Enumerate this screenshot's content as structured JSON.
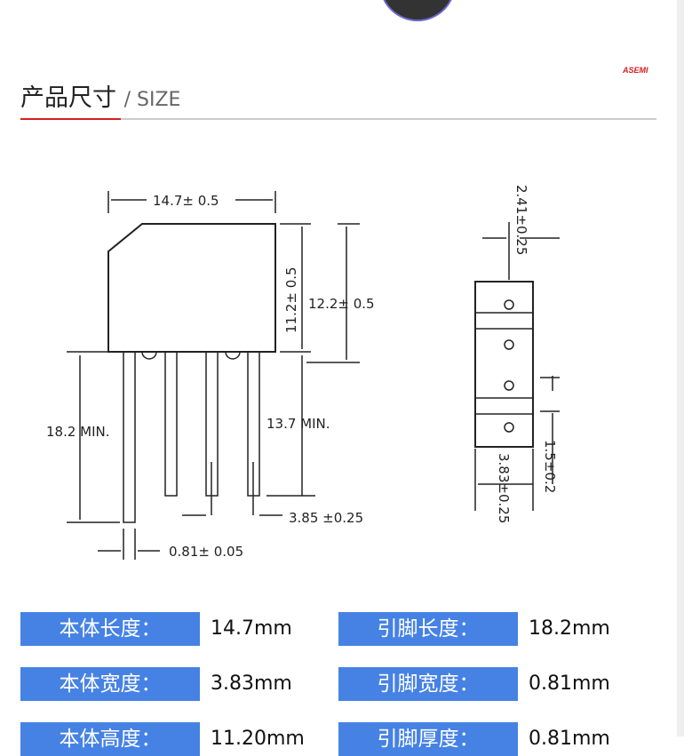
{
  "header": {
    "title_cn": "产品尺寸",
    "title_en": "/ SIZE",
    "logo": "ASEMI"
  },
  "drawing": {
    "d1": "14.7± 0.5",
    "d2": "11.2± 0.5",
    "d3": "12.2± 0.5",
    "d4": "18.2 MIN.",
    "d5": "13.7 MIN.",
    "d6": "3.85 ±0.25",
    "d7": "0.81± 0.05",
    "d8": "2.41±0.25",
    "d9": "1.5±0.2",
    "d10": "3.83±0.25"
  },
  "specs": [
    {
      "label": "本体长度：",
      "value": "14.7mm",
      "label2": "引脚长度：",
      "value2": "18.2mm"
    },
    {
      "label": "本体宽度：",
      "value": "3.83mm",
      "label2": "引脚宽度：",
      "value2": "0.81mm"
    },
    {
      "label": "本体高度：",
      "value": "11.20mm",
      "label2": "引脚厚度：",
      "value2": "0.81mm"
    }
  ]
}
